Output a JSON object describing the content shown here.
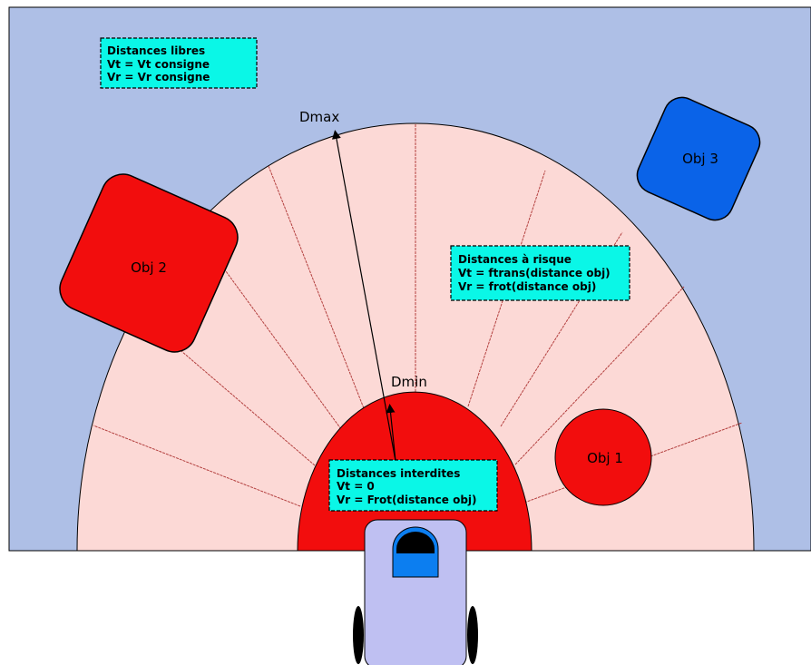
{
  "labels": {
    "dmax": "Dmax",
    "dmin": "Dmin"
  },
  "objects": {
    "obj1": "Obj 1",
    "obj2": "Obj 2",
    "obj3": "Obj 3"
  },
  "zones": {
    "free": {
      "title": "Distances libres",
      "line1": "Vt = Vt consigne",
      "line2": "Vr = Vr consigne"
    },
    "risk": {
      "title": "Distances à risque",
      "line1": "Vt = ftrans(distance obj)",
      "line2": "Vr = frot(distance obj)"
    },
    "forbidden": {
      "title": "Distances interdites",
      "line1": "Vt = 0",
      "line2": "Vr = Frot(distance obj)"
    }
  },
  "colors": {
    "background_area": "#aebfe6",
    "risk_zone": "#fcd9d6",
    "forbidden_zone": "#f20d0d",
    "obstacle_red": "#f20d0d",
    "obstacle_blue": "#0a63e8",
    "text_box": "#0af7e7",
    "robot_body": "#bfc0f2",
    "robot_sensor": "#0c7ef0"
  }
}
